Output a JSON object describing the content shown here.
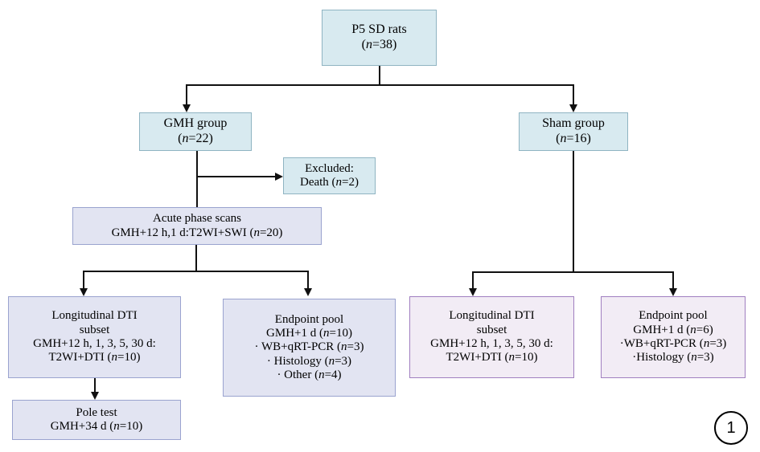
{
  "figure": {
    "marker_label": "1",
    "colors": {
      "node_blue_fill": "#d8eaf0",
      "node_blue_border": "#8fb4c2",
      "node_lavender_fill": "#e2e4f2",
      "node_lavender_border": "#9aa3cf",
      "node_purple_fill": "#f2ecf5",
      "node_purple_border": "#a07fc0",
      "connector": "#101010",
      "background": "#ffffff"
    }
  },
  "nodes": {
    "root": {
      "lines": [
        "P5 SD rats",
        "(n=38)"
      ]
    },
    "gmh_group": {
      "lines": [
        "GMH group",
        "(n=22)"
      ]
    },
    "sham_group": {
      "lines": [
        "Sham group",
        "(n=16)"
      ]
    },
    "excluded": {
      "lines": [
        "Excluded:",
        "Death (n=2)"
      ]
    },
    "acute_phase": {
      "lines": [
        "Acute phase scans",
        "GMH+12 h,1 d:T2WI+SWI (n=20)"
      ]
    },
    "gmh_longitudinal": {
      "lines": [
        "Longitudinal DTI",
        "subset",
        "GMH+12 h, 1, 3, 5, 30 d:",
        "T2WI+DTI (n=10)"
      ]
    },
    "gmh_endpoint": {
      "lines": [
        "Endpoint pool",
        "GMH+1 d (n=10)",
        "· WB+qRT-PCR (n=3)",
        "·  Histology (n=3)",
        "·  Other (n=4)"
      ]
    },
    "sham_longitudinal": {
      "lines": [
        "Longitudinal DTI",
        "subset",
        "GMH+12 h, 1, 3, 5, 30 d:",
        "T2WI+DTI (n=10)"
      ]
    },
    "sham_endpoint": {
      "lines": [
        "Endpoint pool",
        "GMH+1 d (n=6)",
        "·WB+qRT-PCR (n=3)",
        "·Histology (n=3)"
      ]
    },
    "pole_test": {
      "lines": [
        "Pole test",
        "GMH+34 d (n=10)"
      ]
    }
  }
}
